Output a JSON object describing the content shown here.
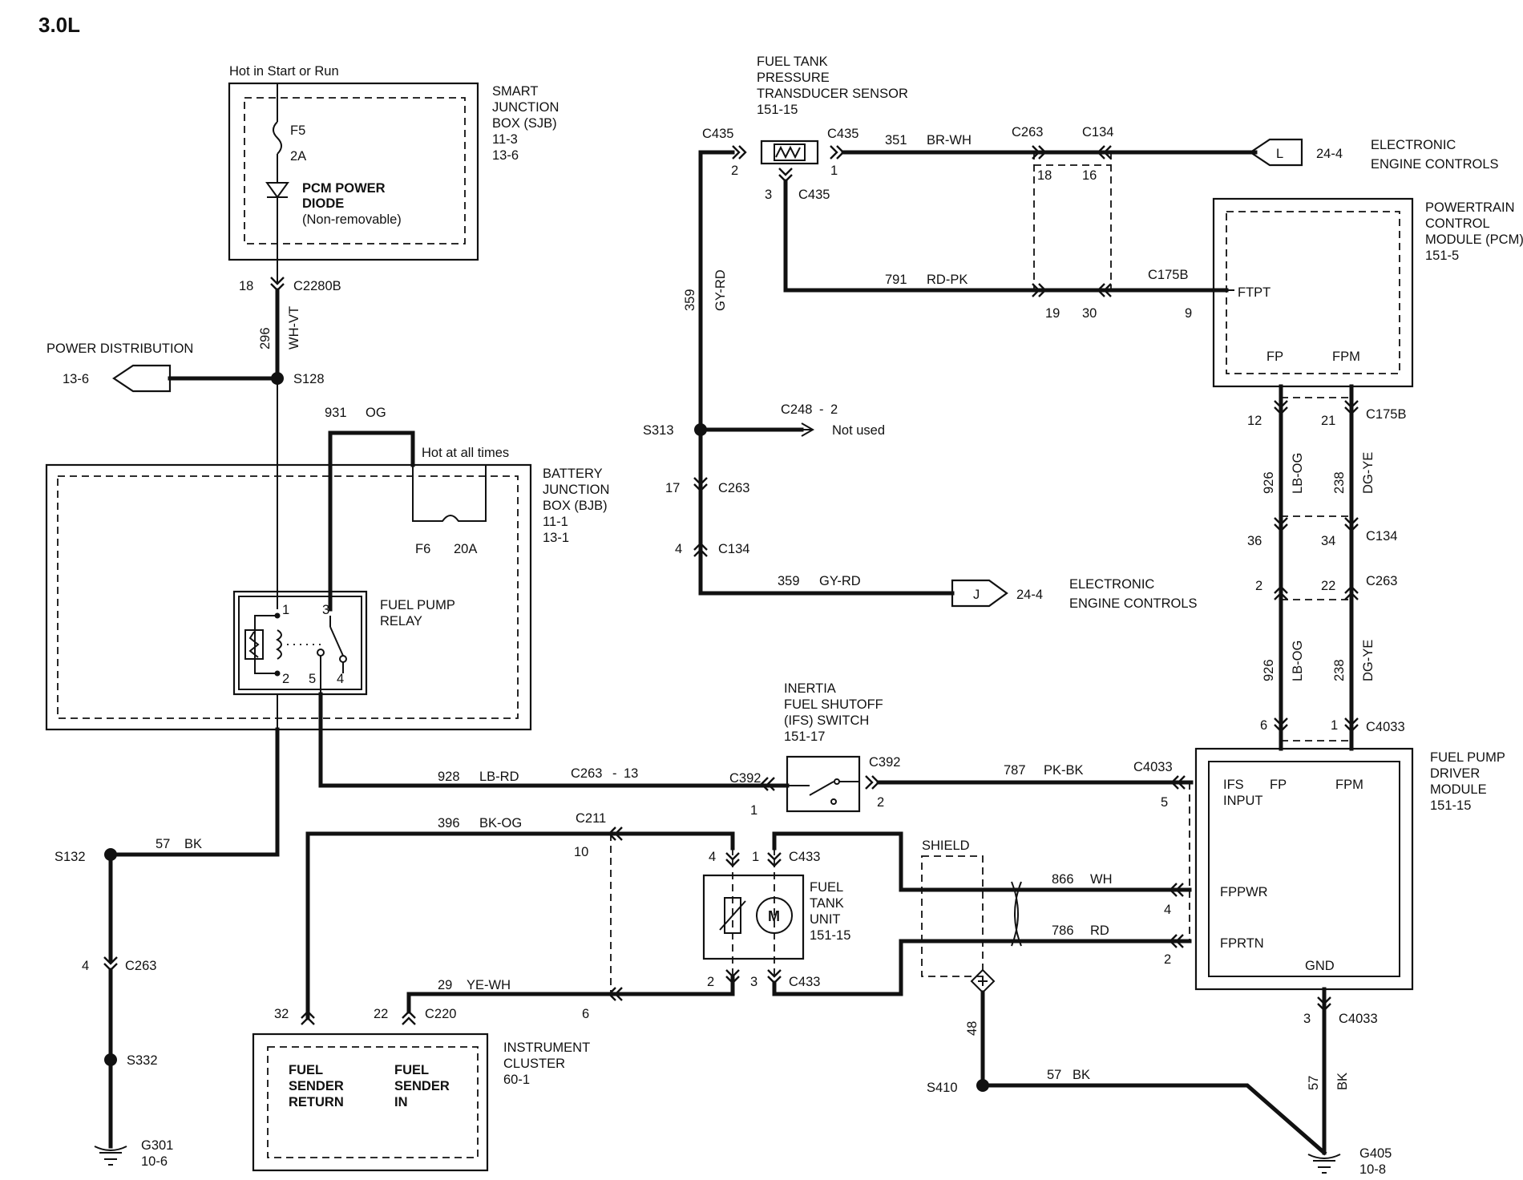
{
  "title": "3.0L",
  "sjb": {
    "note": "Hot in Start or Run",
    "name": [
      "SMART",
      "JUNCTION",
      "BOX (SJB)",
      "11-3",
      "13-6"
    ],
    "fuse": "F5",
    "fuse_rating": "2A",
    "diode": [
      "PCM POWER",
      "DIODE",
      "(Non-removable)"
    ],
    "conn_pin": "18",
    "conn": "C2280B"
  },
  "wire_296": {
    "circuit": "296",
    "color": "WH-VT"
  },
  "power_distribution": {
    "label": "POWER DISTRIBUTION",
    "ref": "13-6"
  },
  "s128": "S128",
  "wire_931": {
    "circuit": "931",
    "color": "OG"
  },
  "bjb": {
    "hot_note": "Hot at all times",
    "name": [
      "BATTERY",
      "JUNCTION",
      "BOX (BJB)",
      "11-1",
      "13-1"
    ],
    "fuse": "F6",
    "fuse_rating": "20A"
  },
  "relay": {
    "name": [
      "FUEL PUMP",
      "RELAY"
    ],
    "pins": [
      "1",
      "3",
      "2",
      "5",
      "4"
    ]
  },
  "wire_928": {
    "circuit": "928",
    "color": "LB-RD",
    "conn": "C263",
    "pin": "13"
  },
  "ifs": {
    "name": [
      "INERTIA",
      "FUEL SHUTOFF",
      "(IFS) SWITCH",
      "151-17"
    ],
    "conn_left": "C392",
    "pin_left": "1",
    "conn_right": "C392",
    "pin_right": "2"
  },
  "wire_787": {
    "circuit": "787",
    "color": "PK-BK",
    "conn": "C4033",
    "pin": "5"
  },
  "s132": "S132",
  "wire_57_left": {
    "circuit": "57",
    "color": "BK"
  },
  "c263_left": {
    "pin": "4",
    "conn": "C263"
  },
  "s332": "S332",
  "g301": {
    "name": "G301",
    "ref": "10-6"
  },
  "wire_396": {
    "circuit": "396",
    "color": "BK-OG",
    "conn": "C211",
    "pin": "10"
  },
  "wire_29": {
    "circuit": "29",
    "color": "YE-WH",
    "pin": "6"
  },
  "cluster": {
    "name": [
      "INSTRUMENT",
      "CLUSTER",
      "60-1"
    ],
    "pin_left": "32",
    "pin_right": "22",
    "conn": "C220",
    "return": [
      "FUEL",
      "SENDER",
      "RETURN"
    ],
    "in": [
      "FUEL",
      "SENDER",
      "IN"
    ]
  },
  "fuel_tank_unit": {
    "name": [
      "FUEL",
      "TANK",
      "UNIT",
      "151-15"
    ],
    "pin_tl": "4",
    "pin_tr": "1",
    "conn_top": "C433",
    "pin_bl": "2",
    "pin_br": "3",
    "conn_bottom": "C433",
    "motor": "M"
  },
  "shield": "SHIELD",
  "wire_866": {
    "circuit": "866",
    "color": "WH",
    "pin": "4"
  },
  "wire_786": {
    "circuit": "786",
    "color": "RD",
    "pin": "2"
  },
  "wire_48": "48",
  "s410": "S410",
  "wire_57_right": {
    "circuit": "57",
    "color": "BK"
  },
  "g405": {
    "name": "G405",
    "ref": "10-8"
  },
  "fpdm": {
    "name": [
      "FUEL PUMP",
      "DRIVER",
      "MODULE",
      "151-15"
    ],
    "ifs": [
      "IFS",
      "INPUT"
    ],
    "fp": "FP",
    "fpm": "FPM",
    "fppwr": "FPPWR",
    "fprtn": "FPRTN",
    "gnd": "GND"
  },
  "c4033_bottom": {
    "pin": "3",
    "conn": "C4033"
  },
  "wire_57_bottom": {
    "circuit": "57",
    "color": "BK"
  },
  "ftpt_sensor": {
    "name": [
      "FUEL TANK",
      "PRESSURE",
      "TRANSDUCER SENSOR",
      "151-15"
    ],
    "conn_left": "C435",
    "pin_left": "2",
    "conn_right": "C435",
    "pin_right": "1",
    "conn_bottom": "C435",
    "pin_bottom": "3"
  },
  "wire_351": {
    "circuit": "351",
    "color": "BR-WH",
    "c263": "C263",
    "c134": "C134",
    "pin_c263": "18",
    "pin_c134": "16"
  },
  "eec_l": {
    "letter": "L",
    "ref": "24-4",
    "name": [
      "ELECTRONIC",
      "ENGINE CONTROLS"
    ]
  },
  "wire_791": {
    "circuit": "791",
    "color": "RD-PK",
    "conn": "C175B",
    "pin_a": "19",
    "pin_b": "30",
    "pin_c": "9"
  },
  "pcm": {
    "name": [
      "POWERTRAIN",
      "CONTROL",
      "MODULE (PCM)",
      "151-5"
    ],
    "ftpt": "FTPT",
    "fp": "FP",
    "fpm": "FPM"
  },
  "wire_359_vert": {
    "circuit": "359",
    "color": "GY-RD"
  },
  "s313": "S313",
  "c248": {
    "conn": "C248",
    "pin": "2",
    "note": "Not used"
  },
  "c263_mid": {
    "pin": "17",
    "conn": "C263"
  },
  "c134_mid": {
    "pin": "4",
    "conn": "C134"
  },
  "wire_359_h": {
    "circuit": "359",
    "color": "GY-RD"
  },
  "eec_j": {
    "letter": "J",
    "ref": "24-4",
    "name": [
      "ELECTRONIC",
      "ENGINE CONTROLS"
    ]
  },
  "right_col": {
    "c175b": "C175B",
    "pin12": "12",
    "pin21": "21",
    "w926": "926",
    "lbog": "LB-OG",
    "w238": "238",
    "dgye": "DG-YE",
    "pin36": "36",
    "pin34": "34",
    "c134": "C134",
    "pin2": "2",
    "pin22": "22",
    "c263": "C263",
    "pin6": "6",
    "pin1": "1",
    "c4033": "C4033"
  }
}
